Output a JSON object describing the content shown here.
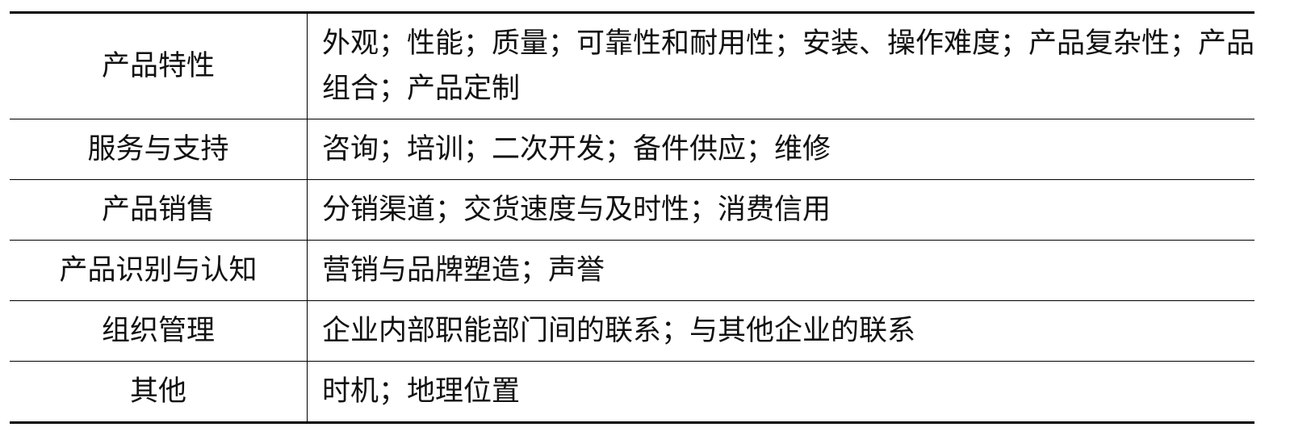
{
  "table": {
    "rows": [
      {
        "dimension": "产品特性",
        "items": "外观；性能；质量；可靠性和耐用性；安装、操作难度；产品复杂性；产品组合；产品定制"
      },
      {
        "dimension": "服务与支持",
        "items": "咨询；培训；二次开发；备件供应；维修"
      },
      {
        "dimension": "产品销售",
        "items": "分销渠道；交货速度与及时性；消费信用"
      },
      {
        "dimension": "产品识别与认知",
        "items": "营销与品牌塑造；声誉"
      },
      {
        "dimension": "组织管理",
        "items": "企业内部职能部门间的联系；与其他企业的联系"
      },
      {
        "dimension": "其他",
        "items": "时机；地理位置"
      }
    ]
  }
}
